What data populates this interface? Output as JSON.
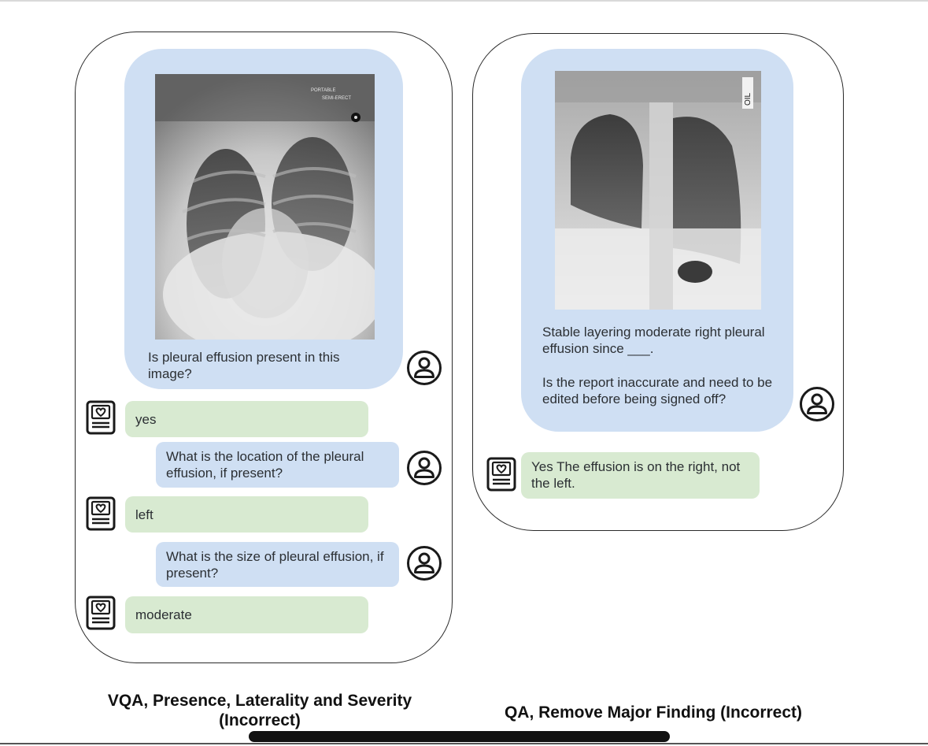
{
  "left_panel": {
    "xray_marker_top": "PORTABLE",
    "xray_marker_bottom": "SEMI-ERECT",
    "question_1": "Is pleural effusion present in this image?",
    "answer_1": "yes",
    "question_2": "What is the location of the pleural effusion, if present?",
    "answer_2": "left",
    "question_3": "What is the size of pleural effusion, if present?",
    "answer_3": "moderate",
    "caption": "VQA, Presence, Laterality and Severity (Incorrect)"
  },
  "right_panel": {
    "xray_marker": "OIL",
    "report_text": "Stable layering moderate right pleural effusion since ___.",
    "question": "Is the report inaccurate and need to be edited before being signed off?",
    "answer": "Yes The effusion is on the right, not the left.",
    "caption": "QA, Remove Major Finding (Incorrect)"
  },
  "icons": {
    "user": "user-avatar-icon",
    "assistant": "medical-report-icon"
  },
  "colors": {
    "user_bubble": "#cfdff3",
    "ai_bubble": "#d8ead1",
    "frame": "#2a2a2a"
  }
}
